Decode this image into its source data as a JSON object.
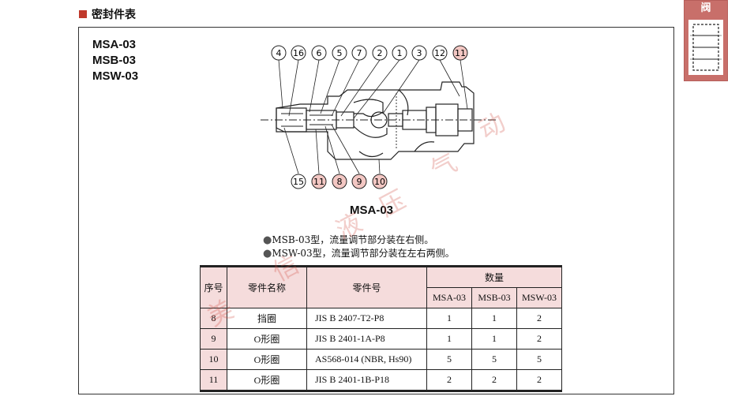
{
  "header": {
    "title": "密封件表",
    "marker_color": "#c0392b"
  },
  "side_tab": {
    "title": "阀",
    "color": "#c86f6a"
  },
  "models": [
    "MSA-03",
    "MSB-03",
    "MSW-03"
  ],
  "diagram": {
    "top_callouts": [
      "4",
      "16",
      "6",
      "5",
      "7",
      "2",
      "1",
      "3",
      "12",
      "11"
    ],
    "bottom_callouts": [
      "15",
      "11",
      "8",
      "9",
      "10"
    ],
    "highlighted_callouts": [
      "11",
      "8",
      "9",
      "10"
    ],
    "caption": "MSA-03"
  },
  "notes": [
    "MSB-03型，流量调节部分装在右侧。",
    "MSW-03型，流量调节部分装在左右两侧。"
  ],
  "table": {
    "headers": {
      "no": "序号",
      "name": "零件名称",
      "part_number": "零件号",
      "quantity": "数量"
    },
    "quantity_columns": [
      "MSA-03",
      "MSB-03",
      "MSW-03"
    ],
    "rows": [
      {
        "no": "8",
        "name": "挡圈",
        "part_number": "JIS B 2407-T2-P8",
        "q": [
          "1",
          "1",
          "2"
        ]
      },
      {
        "no": "9",
        "name": "O形圈",
        "part_number": "JIS B 2401-1A-P8",
        "q": [
          "1",
          "1",
          "2"
        ]
      },
      {
        "no": "10",
        "name": "O形圈",
        "part_number": "AS568-014 (NBR, Hs90)",
        "q": [
          "5",
          "5",
          "5"
        ]
      },
      {
        "no": "11",
        "name": "O形圈",
        "part_number": "JIS B 2401-1B-P18",
        "q": [
          "2",
          "2",
          "2"
        ]
      }
    ]
  },
  "watermark": [
    "美",
    "信",
    "液",
    "压",
    "气",
    "动"
  ]
}
